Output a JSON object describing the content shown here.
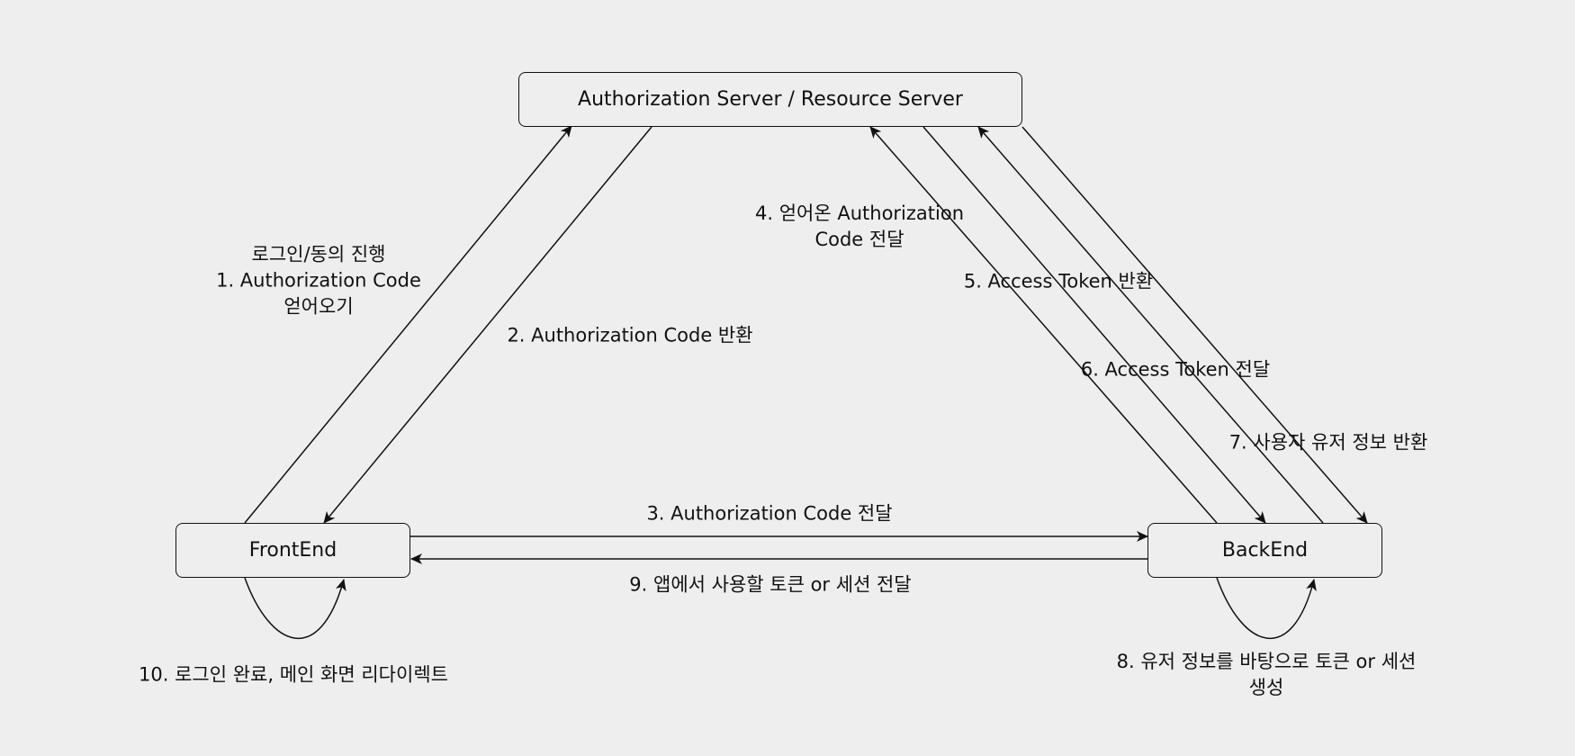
{
  "nodes": {
    "auth_server": "Authorization Server / Resource Server",
    "frontend": "FrontEnd",
    "backend": "BackEnd"
  },
  "edges": {
    "step1": "로그인/동의 진행\n1. Authorization Code\n얻어오기",
    "step2": "2. Authorization Code 반환",
    "step3": "3. Authorization Code 전달",
    "step4": "4. 얻어온 Authorization\nCode 전달",
    "step5": "5. Access Token 반환",
    "step6": "6. Access Token 전달",
    "step7": "7. 사용자 유저 정보 반환",
    "step8": "8. 유저 정보를 바탕으로 토큰 or 세션 생성",
    "step9": "9. 앱에서 사용할 토큰 or 세션 전달",
    "step10": "10. 로그인 완료, 메인 화면 리다이렉트"
  },
  "colors": {
    "background": "#eeeeee",
    "stroke": "#111111"
  }
}
